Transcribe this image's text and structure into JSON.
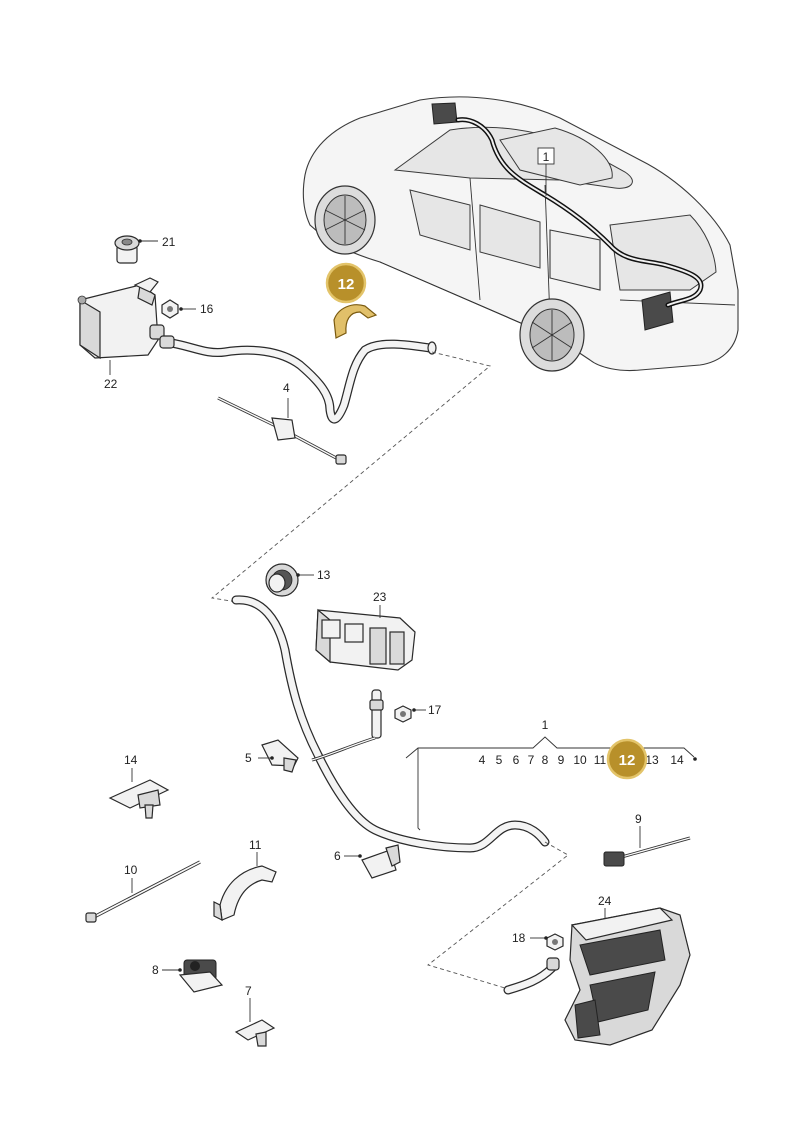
{
  "labels": {
    "l1_car": "1",
    "l21": "21",
    "l16": "16",
    "l22": "22",
    "l4": "4",
    "l13": "13",
    "l23": "23",
    "l17": "17",
    "l5": "5",
    "l14": "14",
    "l10": "10",
    "l11": "11",
    "l6": "6",
    "l8": "8",
    "l7": "7",
    "l9": "9",
    "l24": "24",
    "l18": "18",
    "l1_group": "1",
    "group_sequence": [
      "4",
      "5",
      "6",
      "7",
      "8",
      "9",
      "10",
      "11",
      "13",
      "14"
    ]
  },
  "badges": {
    "top": "12",
    "group": "12"
  },
  "colors": {
    "badge_fill": "#b8902a",
    "badge_ring": "#e3c46a",
    "highlight_part": "#e1c06a"
  }
}
